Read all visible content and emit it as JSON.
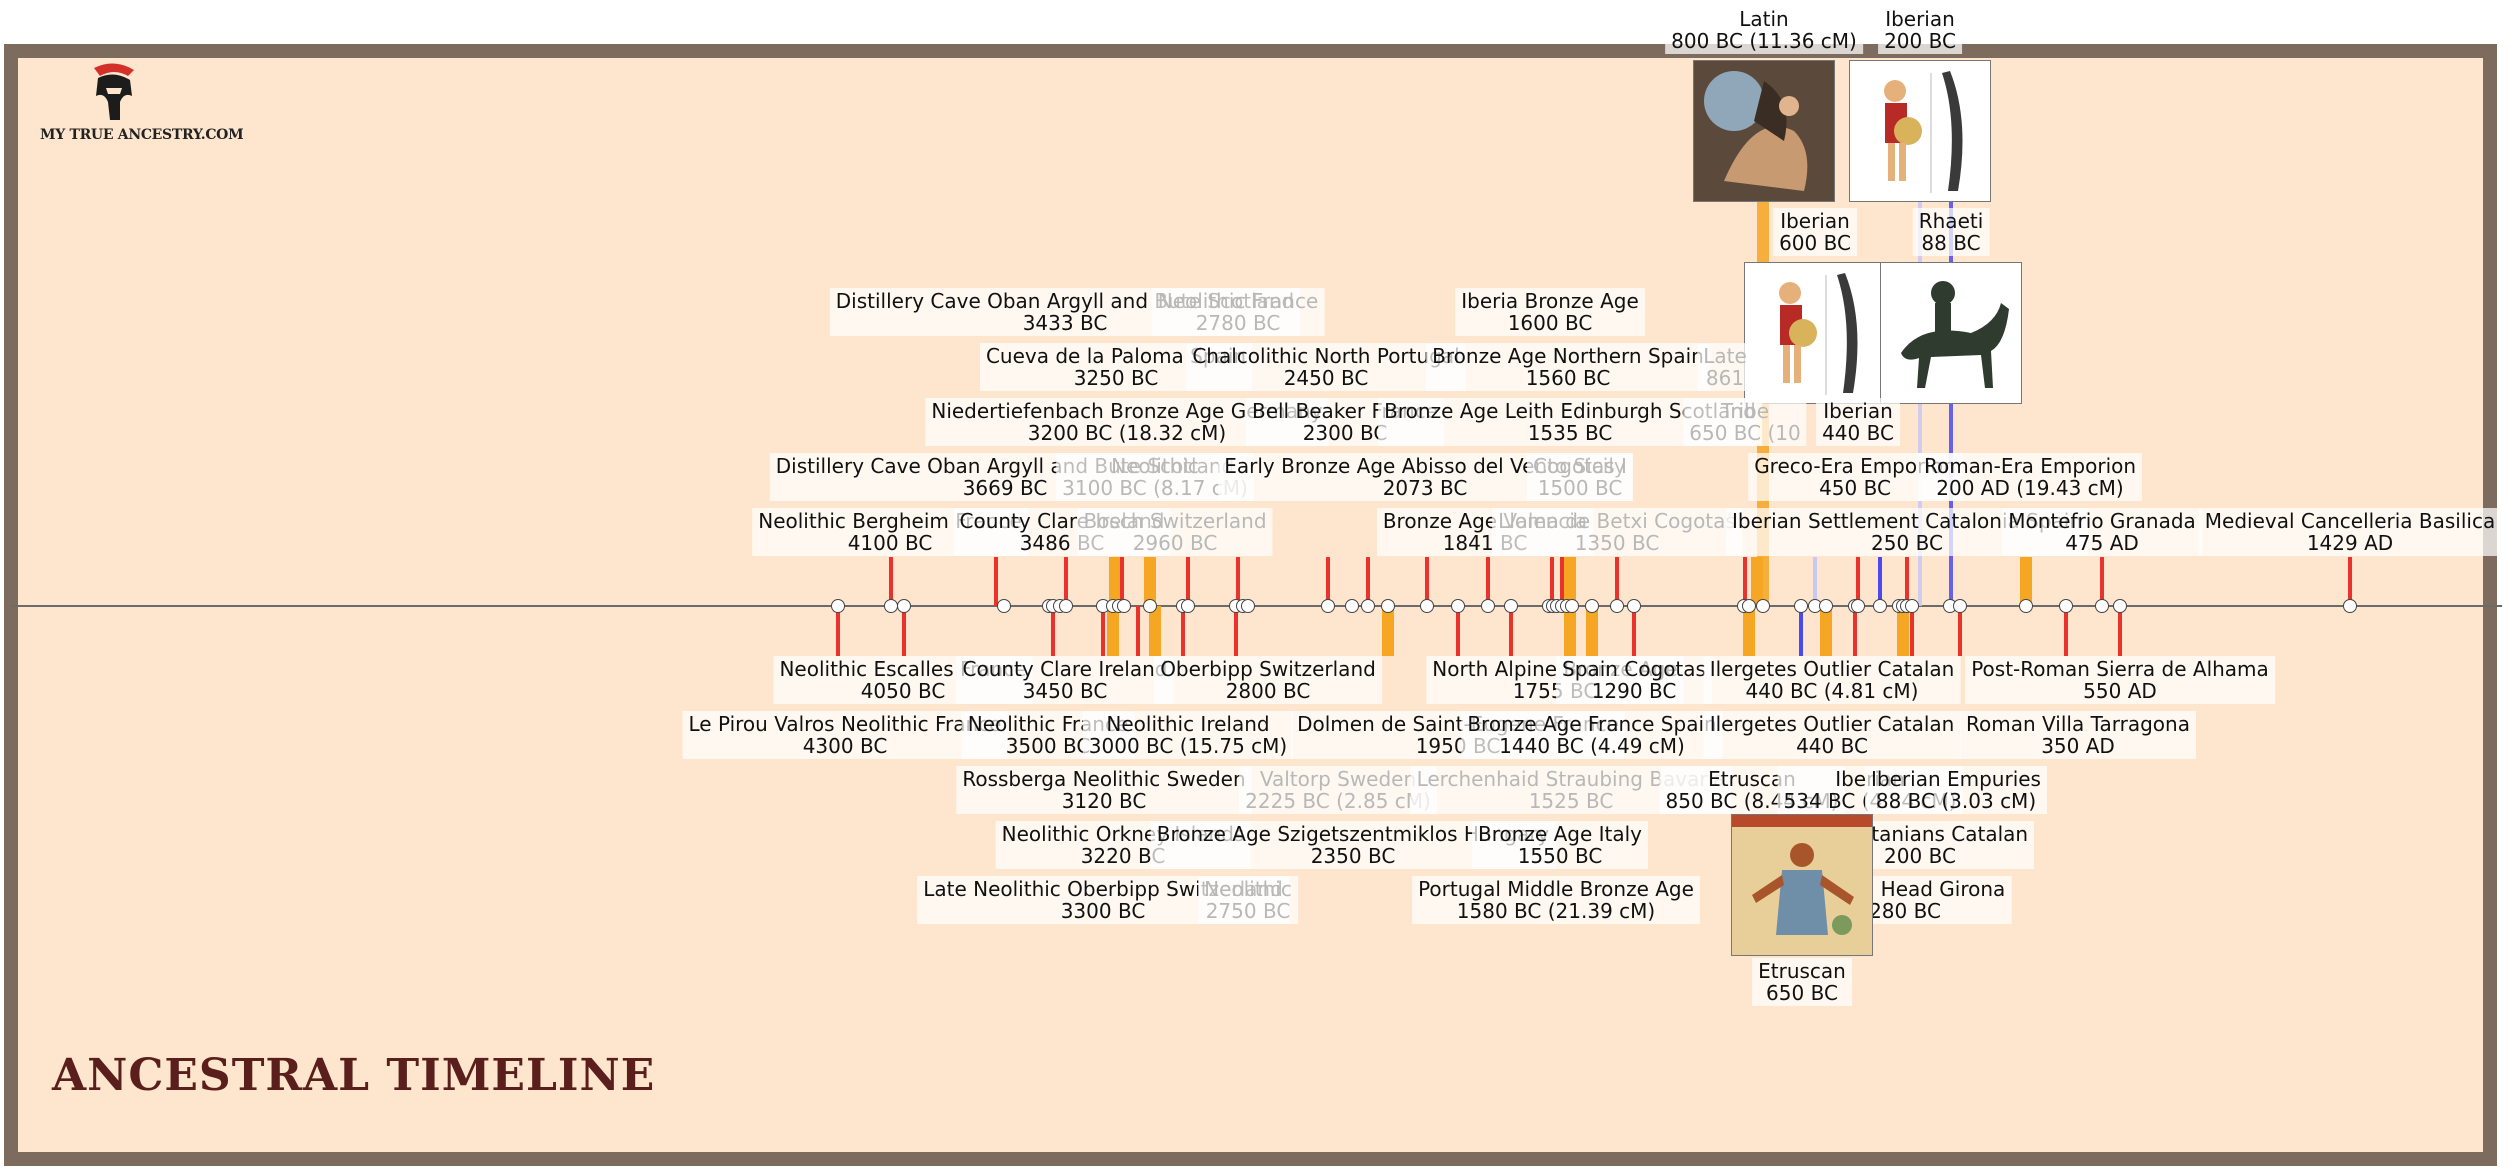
{
  "brand": {
    "name": "MY TRUE ANCESTRY.COM",
    "logo_icon": "spartan-helmet-icon",
    "helmet_color": "#d4302a"
  },
  "page_title": "ANCESTRAL TIMELINE",
  "colors": {
    "frame": "#7d6b5e",
    "background": "#fee5cd",
    "axis": "#6b6b6b",
    "red": "#e8322b",
    "orange": "#f5a623",
    "blue": "#4a4af0",
    "lightblue": "#c8c8f4",
    "pink": "#f4b0b0"
  },
  "events_above": [
    {
      "name": "Latin",
      "date": "800 BC (11.36 cM)",
      "has_image": true,
      "image_icon": "baroque-painting-icon"
    },
    {
      "name": "Iberian",
      "date": "200 BC",
      "has_image": true,
      "image_icon": "iberian-warrior-icon"
    },
    {
      "name": "Iberian",
      "date": "600 BC",
      "has_image": true,
      "image_icon": "iberian-warrior-icon"
    },
    {
      "name": "Rhaeti",
      "date": "88 BC",
      "has_image": true,
      "image_icon": "bronze-horseman-icon"
    },
    {
      "name": "Distillery Cave Oban Argyll and Bute Scotland",
      "date": "3433 BC"
    },
    {
      "name": "Neolithic France",
      "date": "2780 BC",
      "faint": true
    },
    {
      "name": "Iberia Bronze Age",
      "date": "1600 BC"
    },
    {
      "name": "Cueva de la Paloma Spain",
      "date": "3250 BC"
    },
    {
      "name": "Chalcolithic North Portugal",
      "date": "2450 BC"
    },
    {
      "name": "Bronze Age Northern Spain",
      "date": "1560 BC"
    },
    {
      "name": "Late",
      "date": "861",
      "faint": true
    },
    {
      "name": "Niedertiefenbach Bronze Age Germany",
      "date": "3200 BC (18.32 cM)"
    },
    {
      "name": "Bell Beaker France",
      "date": "2300 BC"
    },
    {
      "name": "Bronze Age Leith Edinburgh Scotland",
      "date": "1535 BC"
    },
    {
      "name": "Tribe",
      "date": "650 BC (10",
      "faint": true
    },
    {
      "name": "Iberian",
      "date": "440 BC"
    },
    {
      "name": "Distillery Cave Oban Argyll and Bute Scotland",
      "date": "3669 BC"
    },
    {
      "name": "Neolithic",
      "date": "3100 BC (8.17 cM)",
      "faint": true
    },
    {
      "name": "Early Bronze Age Abisso del Vento Sicily",
      "date": "2073 BC"
    },
    {
      "name": "Cogotas I",
      "date": "1500 BC",
      "faint": true
    },
    {
      "name": "Greco-Era Emporion",
      "date": "450 BC"
    },
    {
      "name": "Roman-Era Emporion",
      "date": "200 AD (19.43 cM)"
    },
    {
      "name": "Neolithic Bergheim France",
      "date": "4100 BC"
    },
    {
      "name": "County Clare Ireland",
      "date": "3486 BC"
    },
    {
      "name": "Bosch Switzerland",
      "date": "2960 BC",
      "faint": true
    },
    {
      "name": "Bronze Age Valencia",
      "date": "1841 BC"
    },
    {
      "name": "Lloma de Betxi Cogotas",
      "date": "1350 BC",
      "faint": true
    },
    {
      "name": "Iberian Settlement Catalonia Spain",
      "date": "250 BC"
    },
    {
      "name": "Montefrio Granada",
      "date": "475 AD"
    },
    {
      "name": "Medieval Cancelleria Basilica",
      "date": "1429 AD"
    }
  ],
  "events_below": [
    {
      "name": "Neolithic Escalles France",
      "date": "4050 BC"
    },
    {
      "name": "County Clare Ireland",
      "date": "3450 BC"
    },
    {
      "name": "Oberbipp Switzerland",
      "date": "2800 BC"
    },
    {
      "name": "North Alpine Bronze Age",
      "date": "1755 BC"
    },
    {
      "name": "Spain Cogotas",
      "date": "1290 BC"
    },
    {
      "name": "Ilergetes Outlier Catalan",
      "date": "440 BC (4.81 cM)"
    },
    {
      "name": "Post-Roman Sierra de Alhama",
      "date": "550 AD"
    },
    {
      "name": "Le Pirou Valros Neolithic France",
      "date": "4300 BC"
    },
    {
      "name": "Neolithic France",
      "date": "3500 BC"
    },
    {
      "name": "Neolithic Ireland",
      "date": "3000 BC (15.75 cM)"
    },
    {
      "name": "Dolmen de Saint-Eugene France",
      "date": "1950 BC"
    },
    {
      "name": "Bronze Age France Spain",
      "date": "1440 BC (4.49 cM)"
    },
    {
      "name": "Ilergetes Outlier Catalan",
      "date": "440 BC"
    },
    {
      "name": "Roman Villa Tarragona",
      "date": "350 AD"
    },
    {
      "name": "Rossberga Neolithic Sweden",
      "date": "3120 BC"
    },
    {
      "name": "Valtorp Sweden",
      "date": "2225 BC (2.85 cM)",
      "faint": true
    },
    {
      "name": "Lerchenhaid Straubing Bavaria",
      "date": "1525 BC",
      "faint": true
    },
    {
      "name": "Etruscan",
      "date": "850 BC (8.44 cM)"
    },
    {
      "name": "Iberian",
      "date": "534 BC (4.34 cM)"
    },
    {
      "name": "Iberian Empuries",
      "date": "88 BC (3.03 cM)"
    },
    {
      "name": "Neolithic Orkney Islands",
      "date": "3220 BC"
    },
    {
      "name": "Bronze Age Szigetszentmiklos Hungary",
      "date": "2350 BC"
    },
    {
      "name": "Bronze Age Italy",
      "date": "1550 BC"
    },
    {
      "name": "Cossetanians Catalan",
      "date": "200 BC"
    },
    {
      "name": "Late Neolithic Oberbipp Switzerland",
      "date": "3300 BC"
    },
    {
      "name": "Neolithic",
      "date": "2750 BC",
      "faint": true
    },
    {
      "name": "Portugal Middle Bronze Age",
      "date": "1580 BC (21.39 cM)"
    },
    {
      "name": "Iberian Head Girona",
      "date": "280 BC"
    },
    {
      "name": "Etruscan",
      "date": "650 BC",
      "has_image": true,
      "image_icon": "etruscan-fresco-icon"
    }
  ]
}
